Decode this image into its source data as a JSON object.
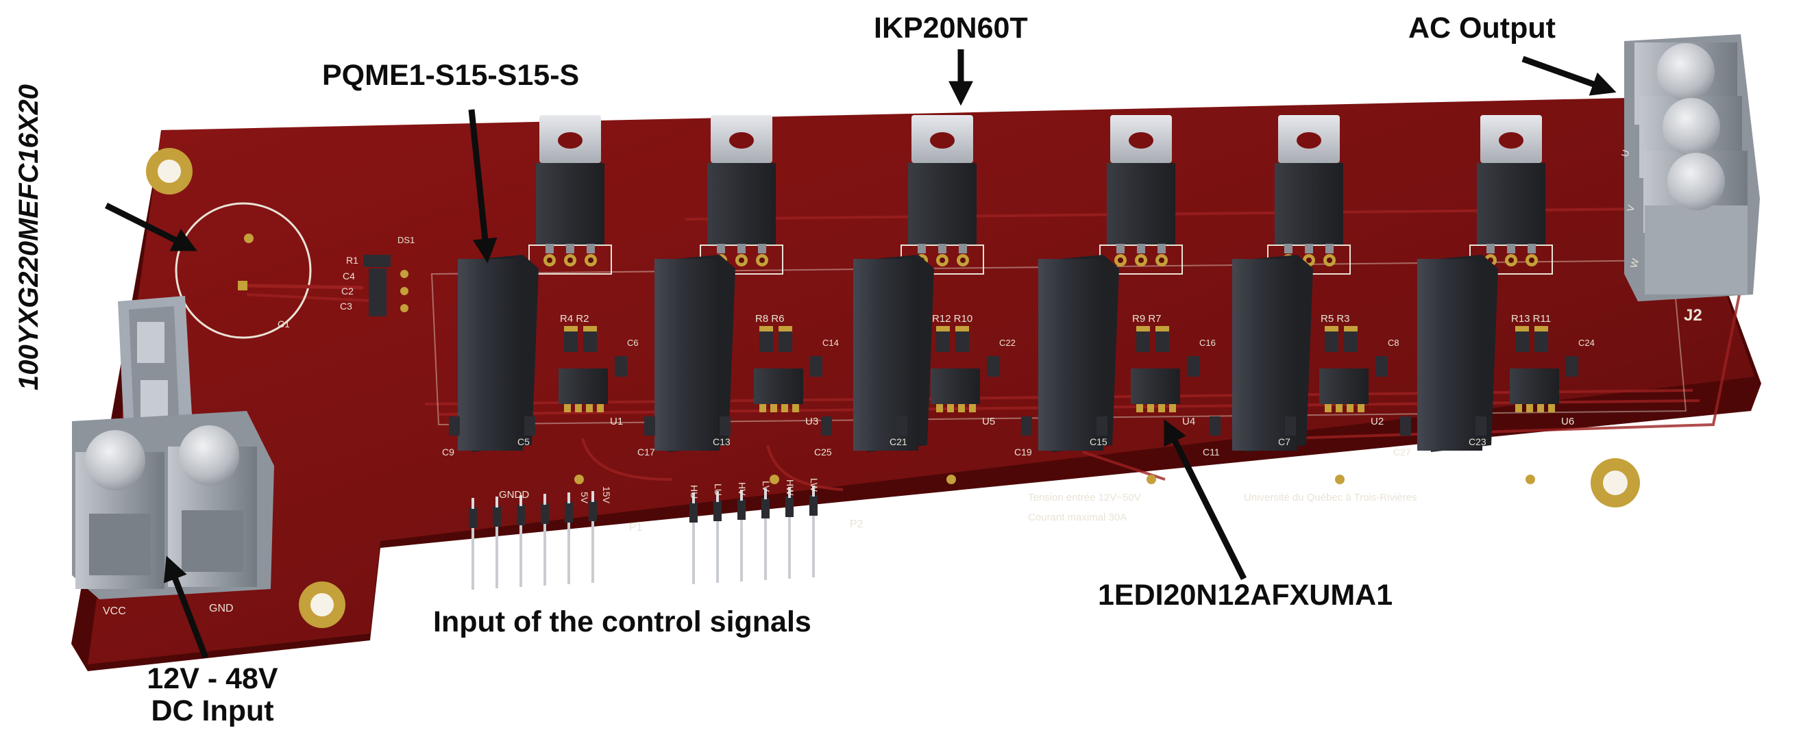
{
  "annotations": {
    "capacitor_part": "100YXG220MEFC16X20",
    "dcdc_part": "PQME1-S15-S15-S",
    "igbt_part": "IKP20N60T",
    "ac_output": "AC Output",
    "driver_part": "1EDI20N12AFXUMA1",
    "control_input": "Input of the control signals",
    "dc_input_line1": "12V - 48V",
    "dc_input_line2": "DC Input"
  },
  "silkscreen": {
    "vcc": "VCC",
    "gnd": "GND",
    "j2": "J2",
    "p1": "P1",
    "p2": "P2",
    "c1": "C1",
    "ds1": "DS1",
    "r1": "R1",
    "c4": "C4",
    "c2": "C2",
    "c3": "C3",
    "tension": "Tension entrée 12V~50V",
    "courant": "Courant maximal 30A",
    "universite": "Université du Québec à Trois-Rivières",
    "p1_header": [
      "GNDD",
      "5V",
      "15V"
    ],
    "p2_header": [
      "HU",
      "LU",
      "HV",
      "LV",
      "HW",
      "LW"
    ],
    "out_labels": [
      "U",
      "V",
      "W"
    ],
    "driver_labels": [
      "U1",
      "U3",
      "U5",
      "U4",
      "U2",
      "U6"
    ],
    "resistor_pairs": [
      "R4 R2",
      "R8 R6",
      "R12 R10",
      "R9 R7",
      "R5 R3",
      "R13 R11"
    ],
    "caps_bottom": [
      "C9",
      "C5",
      "C17",
      "C13",
      "C25",
      "C21",
      "C19",
      "C15",
      "C11",
      "C7",
      "C27",
      "C23"
    ],
    "caps_side": [
      "C6",
      "C14",
      "C22",
      "C16",
      "C8",
      "C24"
    ]
  },
  "colors": {
    "board": "#7a1010",
    "board_edge": "#4e0707",
    "silkscreen": "#e9e3d6",
    "pad_gold": "#c4a13a",
    "component_body": "#2b2d33",
    "terminal_grey": "#9aa0a8",
    "arrow": "#0d0d0d"
  },
  "icons": [
    "arrow-icon",
    "mounting-hole-icon",
    "screw-terminal-icon",
    "igbt-to220-icon",
    "dcdc-module-icon",
    "gate-driver-ic-icon",
    "pin-header-icon",
    "electrolytic-capacitor-footprint-icon"
  ]
}
